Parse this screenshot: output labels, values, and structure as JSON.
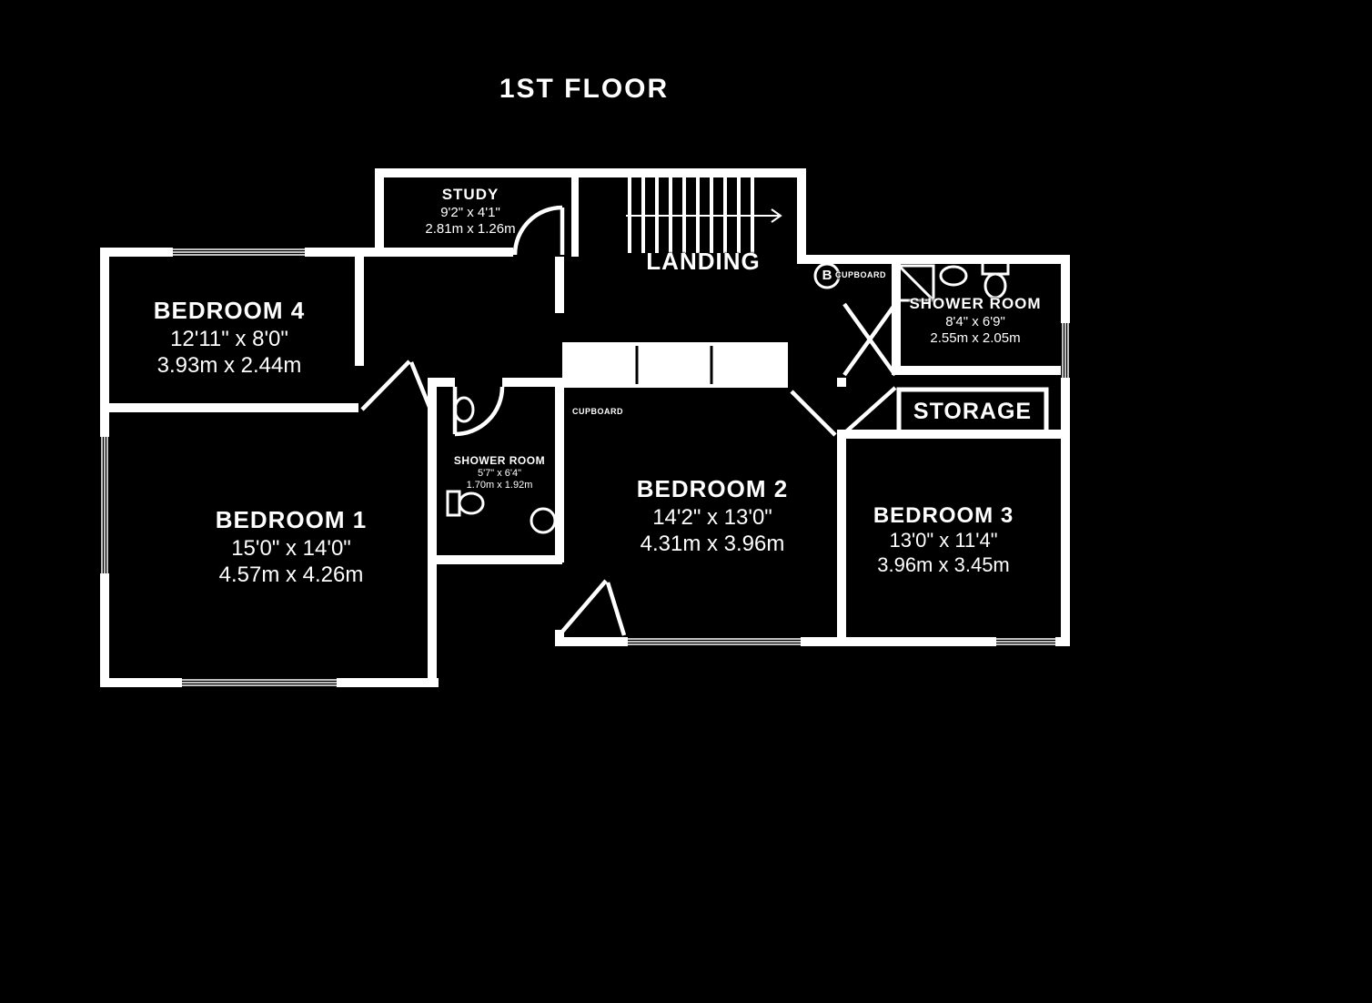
{
  "title": "1ST FLOOR",
  "colors": {
    "background": "#000000",
    "wall": "#ffffff",
    "text": "#ffffff"
  },
  "rooms": {
    "study": {
      "name": "STUDY",
      "imperial": "9'2\" x 4'1\"",
      "metric": "2.81m x 1.26m"
    },
    "landing": {
      "name": "LANDING"
    },
    "bedroom4": {
      "name": "BEDROOM 4",
      "imperial": "12'11\" x 8'0\"",
      "metric": "3.93m x 2.44m"
    },
    "bedroom1": {
      "name": "BEDROOM 1",
      "imperial": "15'0\" x 14'0\"",
      "metric": "4.57m x 4.26m"
    },
    "bedroom2": {
      "name": "BEDROOM 2",
      "imperial": "14'2\" x 13'0\"",
      "metric": "4.31m x 3.96m"
    },
    "bedroom3": {
      "name": "BEDROOM 3",
      "imperial": "13'0\" x 11'4\"",
      "metric": "3.96m x 3.45m"
    },
    "shower_room_upper": {
      "name": "SHOWER ROOM",
      "imperial": "8'4\" x 6'9\"",
      "metric": "2.55m x 2.05m"
    },
    "shower_room_inner": {
      "name": "SHOWER ROOM",
      "imperial": "5'7\" x 6'4\"",
      "metric": "1.70m x 1.92m"
    },
    "storage": {
      "name": "STORAGE"
    },
    "cupboard_landing": {
      "name": "CUPBOARD"
    },
    "cupboard_bedroom2": {
      "name": "CUPBOARD"
    },
    "boiler": {
      "label": "B"
    }
  }
}
